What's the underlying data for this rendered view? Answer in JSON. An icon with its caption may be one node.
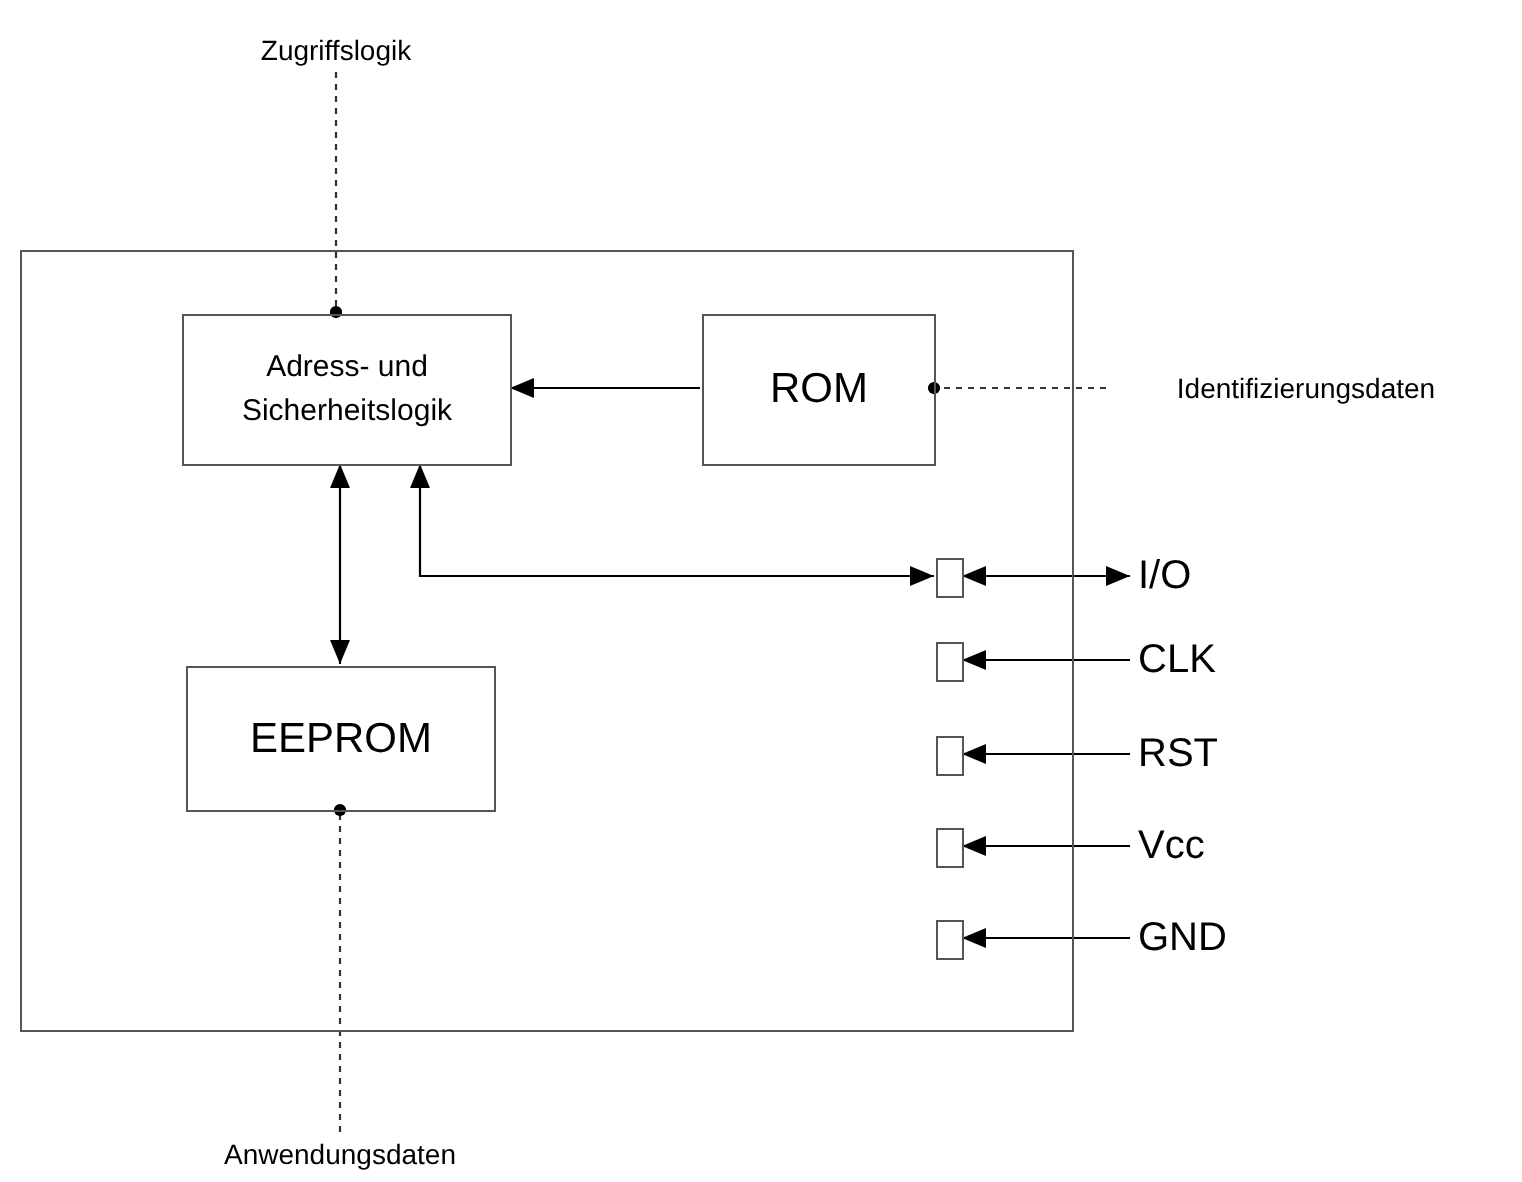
{
  "diagram": {
    "nodes": [
      {
        "text": [],
        "shape": "box"
      },
      {
        "text": [
          "Adress- und Sicherheitslogik"
        ],
        "in": 0
      },
      {
        "text": [
          "ROM"
        ],
        "in": 0
      },
      {
        "text": [
          "EEPROM"
        ],
        "in": 0
      },
      {
        "text": [],
        "shape": "box",
        "in": 0
      },
      {
        "text": [],
        "shape": "box",
        "in": 0
      },
      {
        "text": [],
        "shape": "box",
        "in": 0
      },
      {
        "text": [],
        "shape": "box",
        "in": 0
      },
      {
        "text": [],
        "shape": "box",
        "in": 0
      },
      {
        "text": [
          "Zugriffslogik"
        ]
      },
      {
        "text": [
          "Identifizierungsdaten"
        ]
      },
      {
        "text": [
          "Anwendungsdaten"
        ]
      },
      {
        "text": [
          "I/O"
        ]
      },
      {
        "text": [
          "CLK"
        ]
      },
      {
        "text": [
          "RST"
        ]
      },
      {
        "text": [
          "Vcc"
        ]
      },
      {
        "text": [
          "GND"
        ]
      }
    ],
    "edges": [
      {
        "from": 2,
        "to": 1,
        "arrow": "to"
      },
      {
        "from": 1,
        "to": 3,
        "arrow": "both"
      },
      {
        "from": 4,
        "to": 1,
        "arrow": "both"
      },
      {
        "from": 4,
        "to": 12,
        "arrow": "both"
      },
      {
        "from": 13,
        "to": 5,
        "arrow": "to"
      },
      {
        "from": 14,
        "to": 6,
        "arrow": "to"
      },
      {
        "from": 15,
        "to": 7,
        "arrow": "to"
      },
      {
        "from": 16,
        "to": 8,
        "arrow": "to"
      },
      {
        "from": 9,
        "to": 1,
        "arrow": "other",
        "style": "dashed"
      },
      {
        "from": 10,
        "to": 2,
        "arrow": "other",
        "style": "dashed"
      },
      {
        "from": 11,
        "to": 3,
        "arrow": "other",
        "style": "dashed"
      }
    ]
  }
}
